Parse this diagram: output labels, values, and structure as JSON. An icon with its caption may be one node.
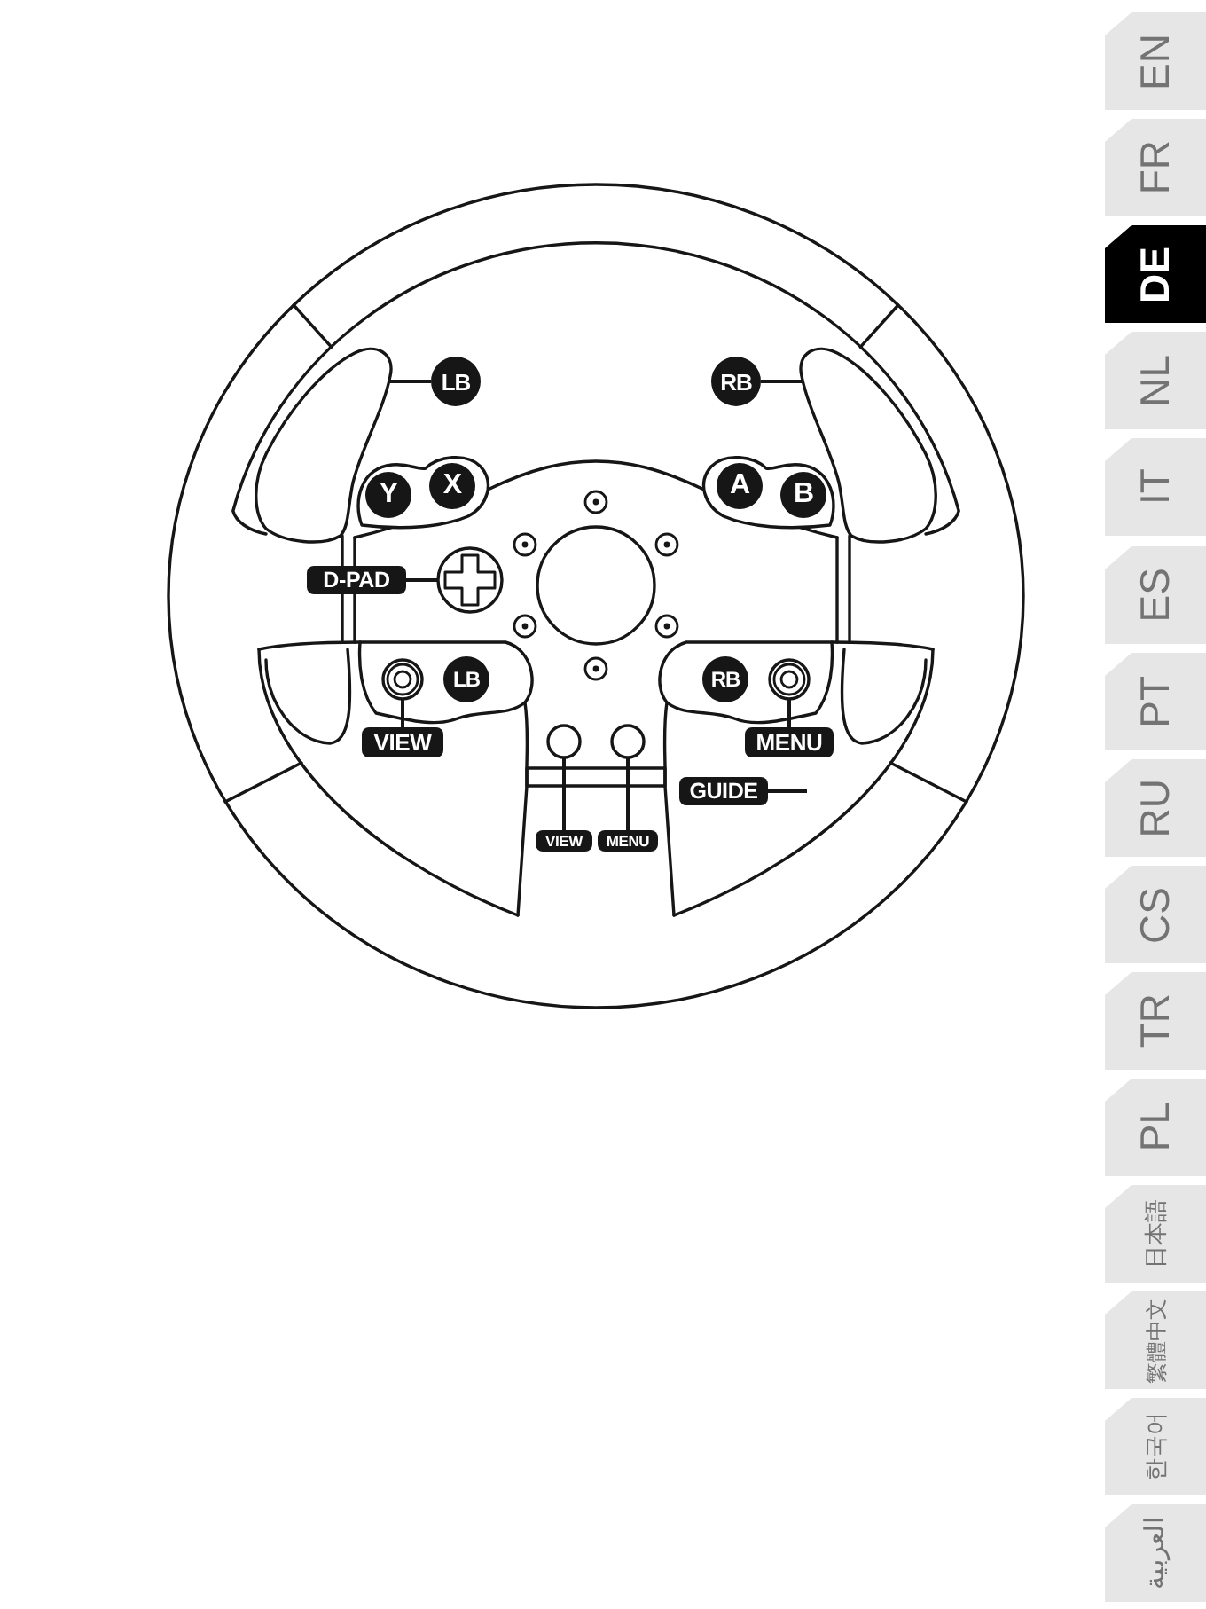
{
  "diagram": {
    "nodes": [
      {
        "text": [],
        "shape": "picture"
      },
      {
        "text": [
          "LB"
        ]
      },
      {
        "text": [
          "RB"
        ]
      },
      {
        "text": [],
        "shape": "picture"
      },
      {
        "text": [
          "Y"
        ]
      },
      {
        "text": [
          "X"
        ]
      },
      {
        "text": [
          "A"
        ]
      },
      {
        "text": [
          "B"
        ]
      },
      {
        "text": [
          "D-PAD"
        ]
      },
      {
        "text": [],
        "shape": "picture"
      },
      {
        "text": [],
        "shape": "circle"
      },
      {
        "text": [
          "LB"
        ]
      },
      {
        "text": [
          "RB"
        ]
      },
      {
        "text": [],
        "shape": "circle"
      },
      {
        "text": [
          "VIEW"
        ]
      },
      {
        "text": [],
        "shape": "circle"
      },
      {
        "text": [],
        "shape": "circle"
      },
      {
        "text": [
          "MENU"
        ]
      },
      {
        "text": [
          "GUIDE"
        ]
      },
      {
        "text": [
          "VIEW"
        ]
      },
      {
        "text": [
          "MENU"
        ]
      },
      {
        "text": [
          "EN"
        ]
      },
      {
        "text": [
          "FR"
        ]
      },
      {
        "text": [
          "DE"
        ]
      },
      {
        "text": [
          "NL"
        ]
      },
      {
        "text": [
          "IT"
        ]
      },
      {
        "text": [
          "ES"
        ]
      },
      {
        "text": [
          "PT"
        ]
      },
      {
        "text": [
          "RU"
        ]
      },
      {
        "text": [
          "CS"
        ]
      },
      {
        "text": [
          "TR"
        ]
      },
      {
        "text": [
          "PL"
        ]
      },
      {
        "text": [
          "日本語"
        ]
      },
      {
        "text": [
          "繁體中文"
        ]
      },
      {
        "text": [
          "한국어"
        ]
      },
      {
        "text": [
          "العربية"
        ]
      }
    ],
    "edges": [
      {
        "from": 1,
        "to": 0,
        "arrow": "none"
      },
      {
        "from": 2,
        "to": 3,
        "arrow": "none"
      },
      {
        "from": 8,
        "to": 9,
        "arrow": "none"
      },
      {
        "from": 14,
        "to": 10,
        "arrow": "none"
      },
      {
        "from": 17,
        "to": 13,
        "arrow": "none"
      },
      {
        "from": 18,
        "to": null,
        "arrow": "none"
      },
      {
        "from": 19,
        "to": 15,
        "arrow": "none"
      },
      {
        "from": 20,
        "to": 16,
        "arrow": "none"
      }
    ]
  }
}
